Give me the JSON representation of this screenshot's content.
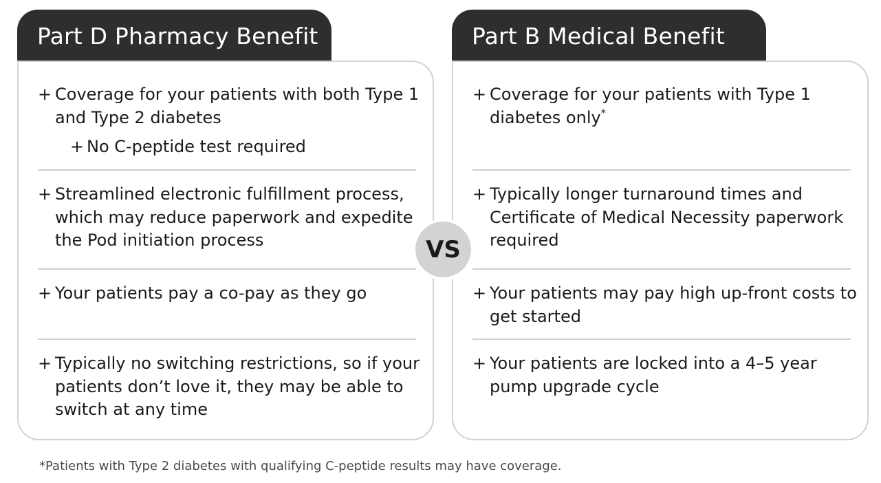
{
  "left": {
    "title": "Part D Pharmacy Benefit",
    "items": [
      {
        "text": "Coverage for your patients with both Type 1 and Type 2 diabetes"
      },
      {
        "text": "Streamlined electronic fulfillment process, which may reduce paperwork and expedite the Pod initiation process"
      },
      {
        "text": "Your patients pay a co-pay as they go"
      },
      {
        "text": "Typically no switching restrictions, so if your patients don’t love it, they may be able to switch at any time"
      }
    ],
    "sub_item": "No C-peptide test required"
  },
  "right": {
    "title": "Part B Medical Benefit",
    "items": [
      {
        "text": "Coverage for your patients with Type 1 diabetes only",
        "marker": "*"
      },
      {
        "text": "Typically longer turnaround times and Certificate of Medical Necessity paperwork required"
      },
      {
        "text": "Your patients may pay high up-front costs to get started"
      },
      {
        "text": "Your patients are locked into a 4–5 year pump upgrade cycle"
      }
    ]
  },
  "bullet_symbol": "+",
  "vs_label": "VS",
  "footnote": "*Patients with Type 2 diabetes with qualifying C-peptide results may have coverage."
}
